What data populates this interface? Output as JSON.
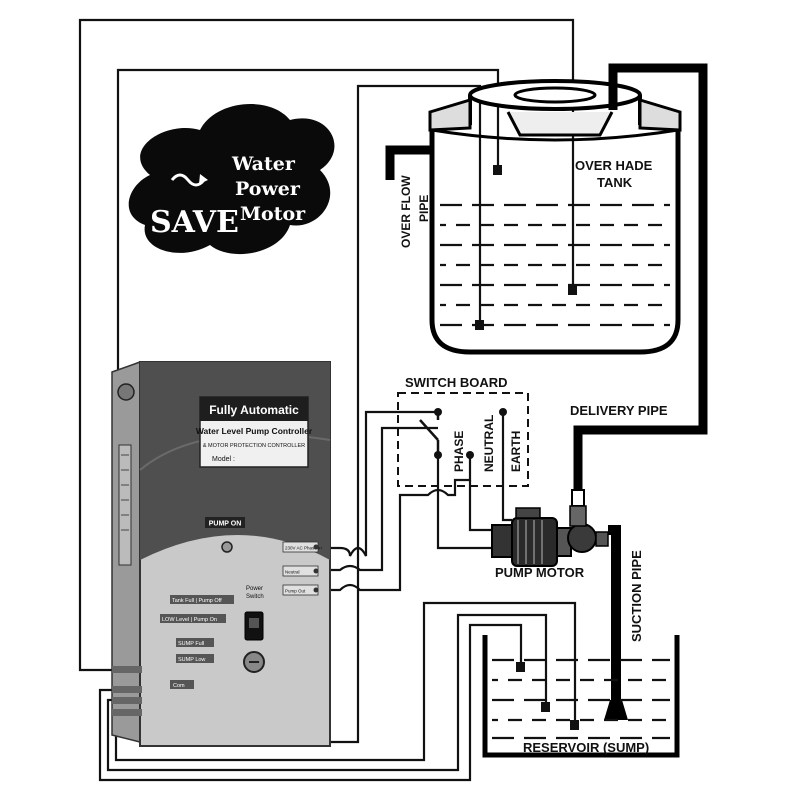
{
  "badge": {
    "save": "SAVE",
    "line1": "Water",
    "line2": "Power",
    "line3": "Motor"
  },
  "tank": {
    "label_line1": "OVER HADE",
    "label_line2": "TANK",
    "overflow_line1": "OVER FLOW",
    "overflow_line2": "PIPE"
  },
  "switch_board": {
    "title": "SWITCH BOARD",
    "phase": "PHASE",
    "neutral": "NEUTRAL",
    "earth": "EARTH"
  },
  "pipes": {
    "delivery": "DELIVERY PIPE",
    "suction": "SUCTION PIPE"
  },
  "pump": {
    "label": "PUMP MOTOR"
  },
  "reservoir": {
    "label": "RESERVOIR (SUMP)"
  },
  "controller": {
    "title": "Fully Automatic",
    "subtitle": "Water Level Pump Controller",
    "desc": "& MOTOR PROTECTION CONTROLLER",
    "model": "Model :",
    "pump_on": "PUMP ON",
    "power_switch_line1": "Power",
    "power_switch_line2": "Switch",
    "tank_full": "Tank Full | Pump Off",
    "low_level": "LOW Level | Pump On",
    "sump_full": "SUMP Full",
    "sump_low": "SUMP Low",
    "com": "Com",
    "ind1": "230V AC Phase In",
    "ind2": "Neutral",
    "ind3": "Pump Out"
  },
  "colors": {
    "ink": "#111111",
    "panel_dark": "#4f4f4f",
    "panel_light": "#c9c9c9",
    "paper": "#ffffff"
  }
}
